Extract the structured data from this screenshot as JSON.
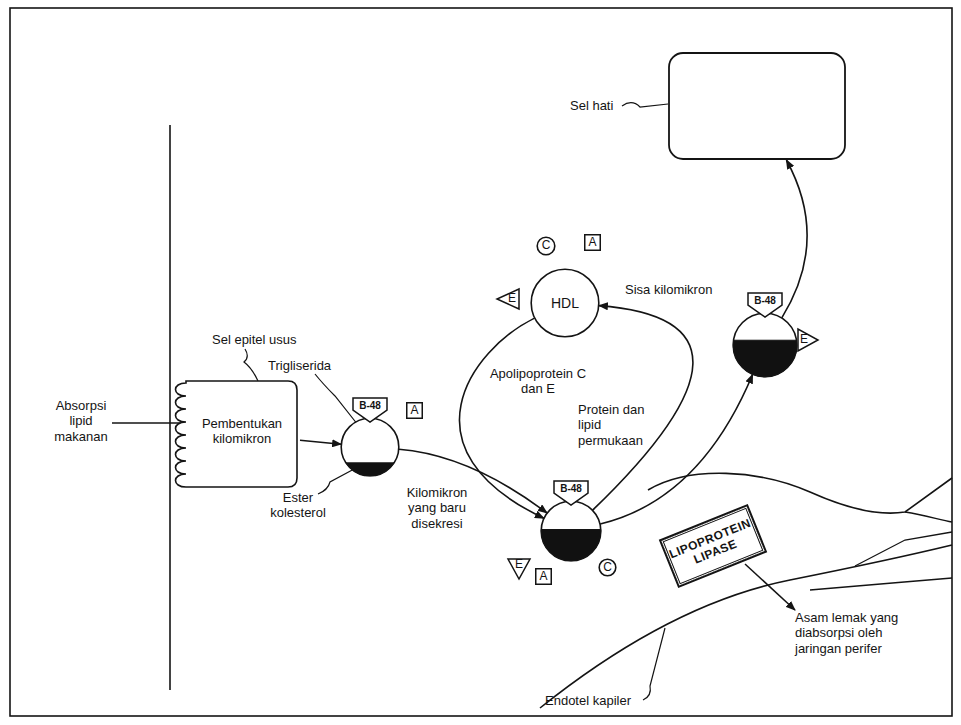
{
  "diagram": {
    "nodes": [
      {
        "text": [
          "Sel hati"
        ]
      },
      {
        "text": [
          "C"
        ]
      },
      {
        "text": [
          "A"
        ]
      },
      {
        "text": [
          "HDL"
        ]
      },
      {
        "text": [
          "E"
        ]
      },
      {
        "text": [
          "Sisa kilomikron"
        ]
      },
      {
        "text": [
          "B-48"
        ],
        "in": 5
      },
      {
        "text": [
          "E"
        ]
      },
      {
        "text": [
          "Sel epitel usus",
          "Pembentukan kilomikron"
        ]
      },
      {
        "text": [
          "Kilomikron yang baru disekresi"
        ]
      },
      {
        "text": [
          "B-48"
        ],
        "in": 9
      },
      {
        "text": [
          "A"
        ]
      },
      {
        "text": []
      },
      {
        "text": [
          "B-48"
        ],
        "in": 12
      },
      {
        "text": [
          "E"
        ]
      },
      {
        "text": [
          "A"
        ]
      },
      {
        "text": [
          "C"
        ]
      },
      {
        "text": [
          "LIPOPROTEIN LIPASE"
        ]
      }
    ],
    "edges": [
      {
        "from": 8,
        "to": 9,
        "arrow": "to"
      },
      {
        "from": 9,
        "to": 12,
        "arrow": "to"
      },
      {
        "from": 3,
        "to": 12,
        "arrow": "to",
        "label": "Apolipoprotein C dan E"
      },
      {
        "from": 12,
        "to": 3,
        "arrow": "to",
        "label": "Protein dan lipid permukaan"
      },
      {
        "from": 12,
        "to": 5,
        "arrow": "to"
      },
      {
        "from": 5,
        "to": 0,
        "arrow": "to"
      }
    ],
    "labels": [
      "Absorpsi lipid makanan",
      "Trigliserida",
      "Ester kolesterol",
      "Asam lemak yang diabsorpsi oleh jaringan perifer",
      "Endotel kapiler"
    ]
  }
}
